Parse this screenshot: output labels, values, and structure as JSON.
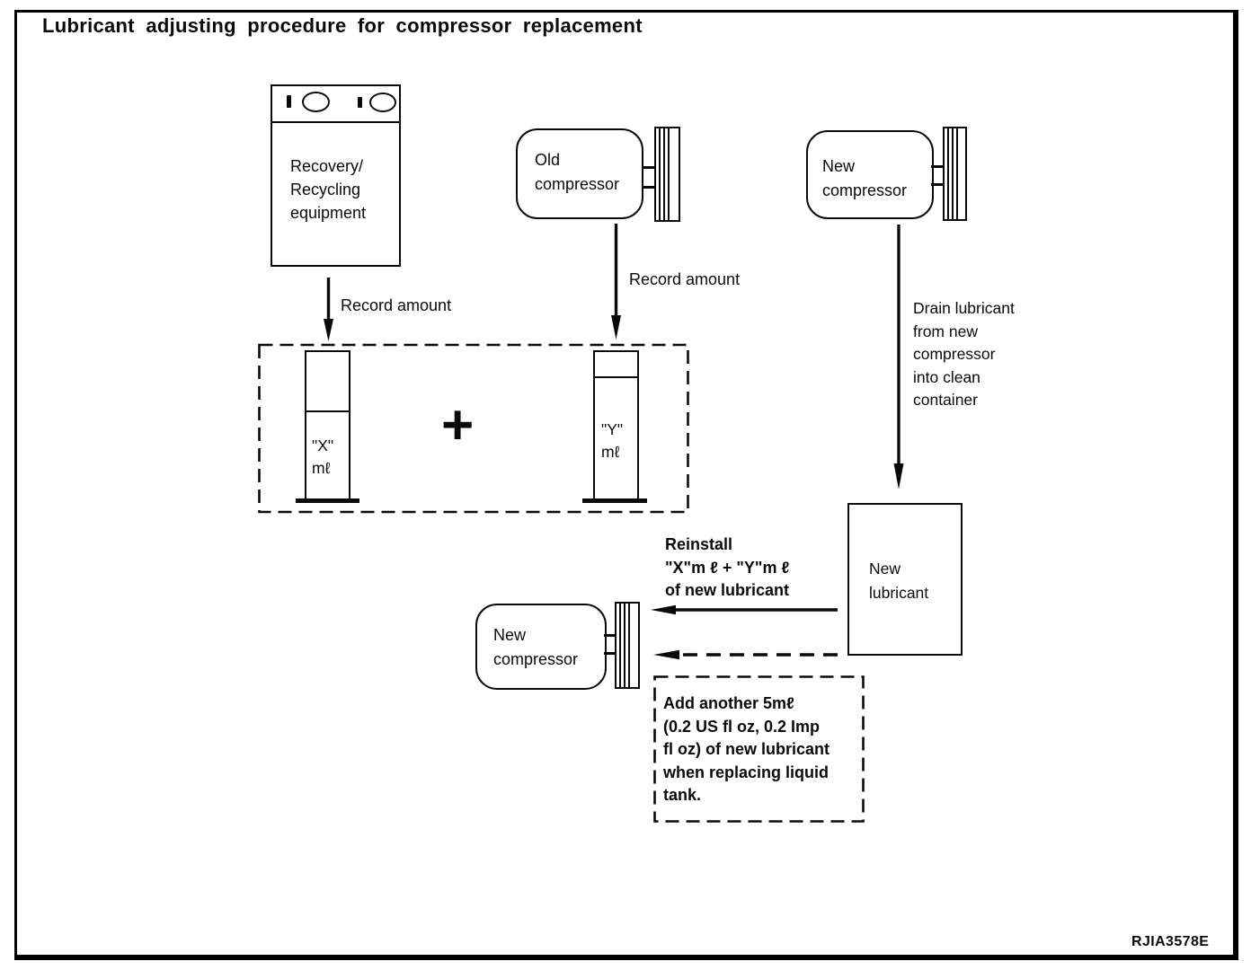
{
  "page": {
    "title": "Lubricant adjusting procedure for compressor replacement",
    "figure_code": "RJIA3578E"
  },
  "equipment": {
    "recovery": "Recovery/\nRecycling\nequipment",
    "old_compressor": "Old\ncompressor",
    "new_compressor_top": "New\ncompressor",
    "new_compressor_bottom": "New\ncompressor",
    "new_lubricant": "New\nlubricant"
  },
  "cylinders": {
    "x_label": "\"X\"\nmℓ",
    "y_label": "\"Y\"\nmℓ",
    "plus": "+"
  },
  "annotations": {
    "record_amount_1": "Record amount",
    "record_amount_2": "Record amount",
    "drain_lubricant": "Drain lubricant\nfrom new\ncompressor\ninto clean\ncontainer",
    "reinstall": "Reinstall\n\"X\"m ℓ + \"Y\"m ℓ\nof new lubricant",
    "add_lubricant_note": "Add another 5mℓ\n(0.2 US fl oz, 0.2 Imp\nfl oz) of new lubricant\nwhen replacing liquid\ntank."
  }
}
